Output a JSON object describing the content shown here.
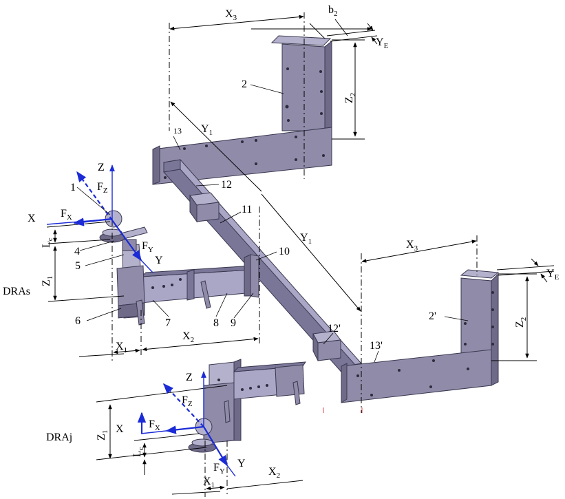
{
  "labels": {
    "X3_top": [
      "X",
      "3"
    ],
    "b2": [
      "b",
      "2"
    ],
    "YE_top": [
      "Y",
      "E"
    ],
    "part2": "2",
    "Z2_top": [
      "Z",
      "2"
    ],
    "Y1_top": [
      "Y",
      "1"
    ],
    "part13": "13",
    "Z_top": "Z",
    "part1": "1",
    "FZ_top": [
      "F",
      "Z"
    ],
    "part12": "12",
    "part11": "11",
    "FX_top": [
      "F",
      "X"
    ],
    "X_top": "X",
    "Lc_top": [
      "L",
      "c"
    ],
    "FY_top": [
      "F",
      "Y"
    ],
    "Y_top": "Y",
    "part4": "4",
    "part10": "10",
    "Y1_mid": [
      "Y",
      "1"
    ],
    "X3_right": [
      "X",
      "3"
    ],
    "YE_right": [
      "Y",
      "E"
    ],
    "Z1_top": [
      "Z",
      "1"
    ],
    "part5": "5",
    "DRAs": "DRAs",
    "part6": "6",
    "part7": "7",
    "part8": "8",
    "part9": "9",
    "part2p": "2'",
    "Z2_right": [
      "Z",
      "2"
    ],
    "part12p": "12'",
    "part13p": "13'",
    "X1_top": [
      "X",
      "1"
    ],
    "X2_top": [
      "X",
      "2"
    ],
    "Z_bot": "Z",
    "FZ_bot": [
      "F",
      "Z"
    ],
    "Z1_bot": [
      "Z",
      "1"
    ],
    "X_bot": "X",
    "FX_bot": [
      "F",
      "X"
    ],
    "DRAj": "DRAj",
    "Lc_bot": [
      "L",
      "c"
    ],
    "FY_bot": [
      "F",
      "Y"
    ],
    "Y_bot": "Y",
    "X1_bot": [
      "X",
      "1"
    ],
    "X2_bot": [
      "X",
      "2"
    ]
  },
  "colors": {
    "force": "#1b2bd6",
    "steel": "#8f8ba8",
    "steel_light": "#b4b1cc",
    "steel_dark": "#6e6a88",
    "line": "#000000"
  }
}
